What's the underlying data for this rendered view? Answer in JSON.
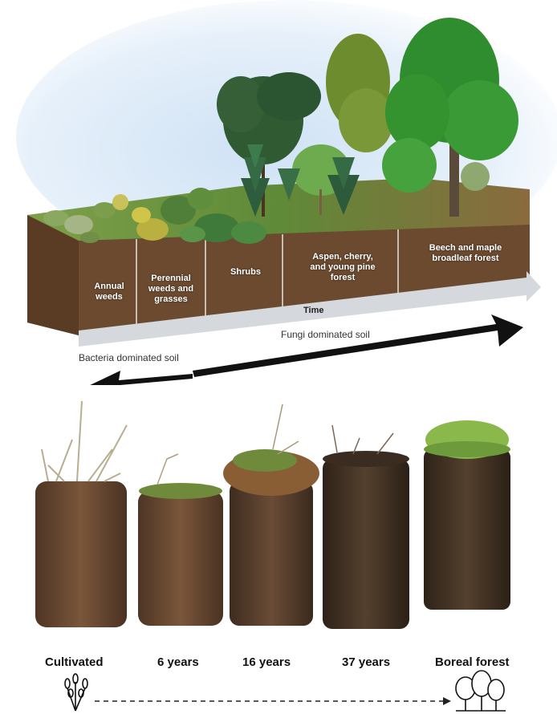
{
  "stages": [
    {
      "label_lines": [
        "Annual",
        "weeds"
      ]
    },
    {
      "label_lines": [
        "Perennial",
        "weeds and",
        "grasses"
      ]
    },
    {
      "label_lines": [
        "Shrubs"
      ]
    },
    {
      "label_lines": [
        "Aspen, cherry,",
        "and young pine",
        "forest"
      ]
    },
    {
      "label_lines": [
        "Beech and maple",
        "broadleaf forest"
      ]
    }
  ],
  "time_label": "Time",
  "fungi_label": "Fungi dominated soil",
  "bacteria_label": "Bacteria dominated soil",
  "samples": [
    {
      "label": "Cultivated"
    },
    {
      "label": "6 years"
    },
    {
      "label": "16 years"
    },
    {
      "label": "37 years"
    },
    {
      "label": "Boreal forest"
    }
  ],
  "icons": {
    "start": "wheat-icon",
    "end": "forest-icon"
  },
  "colors": {
    "soil": "#6b4a2f",
    "soil_dark": "#4a3220",
    "grass": "#6f9a3a",
    "sky": "#dcebf8",
    "time_arrow": "#cfd3d8",
    "double_arrow": "#111111"
  }
}
